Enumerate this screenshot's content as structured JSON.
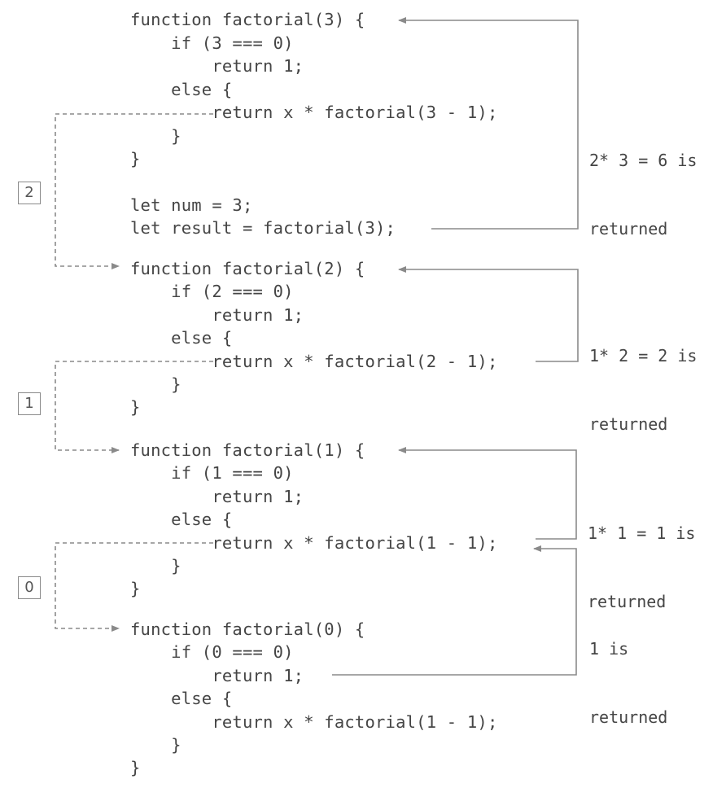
{
  "blocks": [
    {
      "lines": [
        "function factorial(3) {",
        "    if (3 === 0)",
        "        return 1;",
        "    else {",
        "        return x * factorial(3 - 1);",
        "    }",
        "}",
        "",
        "let num = 3;",
        "let result = factorial(3);"
      ]
    },
    {
      "lines": [
        "function factorial(2) {",
        "    if (2 === 0)",
        "        return 1;",
        "    else {",
        "        return x * factorial(2 - 1);",
        "    }",
        "}"
      ]
    },
    {
      "lines": [
        "function factorial(1) {",
        "    if (1 === 0)",
        "        return 1;",
        "    else {",
        "        return x * factorial(1 - 1);",
        "    }",
        "}"
      ]
    },
    {
      "lines": [
        "function factorial(0) {",
        "    if (0 === 0)",
        "        return 1;",
        "    else {",
        "        return x * factorial(1 - 1);",
        "    }",
        "}"
      ]
    }
  ],
  "boxes": [
    "2",
    "1",
    "0"
  ],
  "notes": [
    [
      "2* 3 = 6 is",
      "returned"
    ],
    [
      "1* 2 = 2 is",
      "returned"
    ],
    [
      "1* 1 = 1 is",
      "returned"
    ],
    [
      "1 is",
      "returned"
    ]
  ],
  "colors": {
    "text": "#454545",
    "line": "#8a8a8a"
  }
}
